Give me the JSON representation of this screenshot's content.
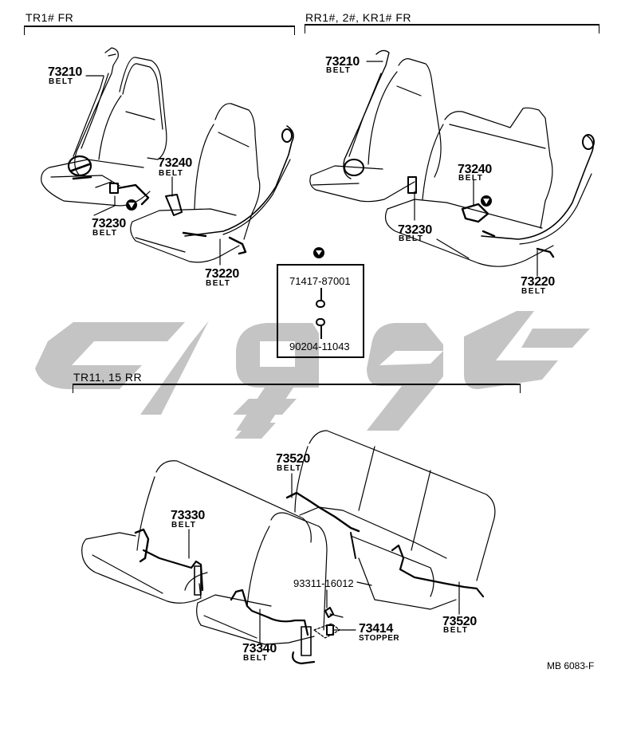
{
  "diagram": {
    "type": "parts-catalog-illustration",
    "subject": "seat belts",
    "drawing_code": "MB 6083-F",
    "watermark": {
      "color": "#c4c4c4",
      "style": "large grey stylized logo"
    },
    "sections": [
      {
        "title": "TR1# FR",
        "callouts": [
          {
            "part_no": "73210",
            "label": "BELT"
          },
          {
            "part_no": "73240",
            "label": "BELT"
          },
          {
            "part_no": "73230",
            "label": "BELT"
          },
          {
            "part_no": "73220",
            "label": "BELT"
          }
        ]
      },
      {
        "title": "RR1#, 2#, KR1# FR",
        "callouts": [
          {
            "part_no": "73210",
            "label": "BELT"
          },
          {
            "part_no": "73240",
            "label": "BELT"
          },
          {
            "part_no": "73230",
            "label": "BELT"
          },
          {
            "part_no": "73220",
            "label": "BELT"
          }
        ]
      },
      {
        "title": "TR11, 15 RR",
        "callouts": [
          {
            "part_no": "73520",
            "label": "BELT"
          },
          {
            "part_no": "73330",
            "label": "BELT"
          },
          {
            "part_no": "93311-16012",
            "label": ""
          },
          {
            "part_no": "73414",
            "label": "STOPPER"
          },
          {
            "part_no": "73340",
            "label": "BELT"
          },
          {
            "part_no": "73520",
            "label": "BELT"
          }
        ]
      }
    ],
    "inset": {
      "marker": "inverted-triangle-in-circle",
      "parts": [
        "71417-87001",
        "90204-11043"
      ]
    }
  }
}
